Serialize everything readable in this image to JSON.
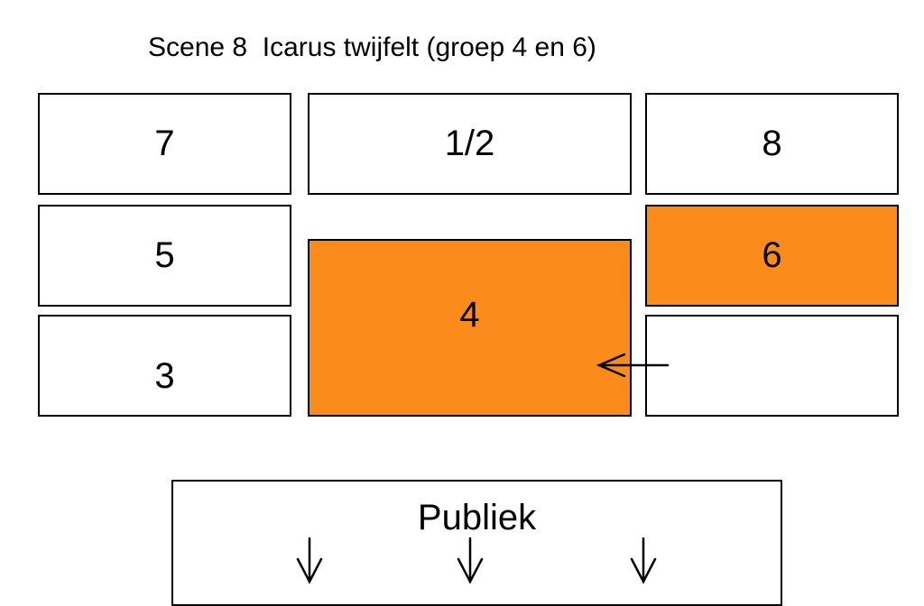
{
  "title": "Scene 8  Icarus twijfelt (groep 4 en 6)",
  "colors": {
    "highlight": "#FB8B1A",
    "outline": "#000000",
    "box": "#FFFFFF"
  },
  "groups": {
    "g7": "7",
    "g12": "1/2",
    "g8": "8",
    "g5": "5",
    "g6": "6",
    "g4": "4",
    "g3": "3",
    "empty": ""
  },
  "highlighted_groups": [
    "4",
    "6"
  ],
  "audience": {
    "label": "Publiek",
    "arrows": [
      "arrow-down-icon",
      "arrow-down-icon",
      "arrow-down-icon"
    ]
  },
  "movement_arrow": "arrow-left-icon"
}
